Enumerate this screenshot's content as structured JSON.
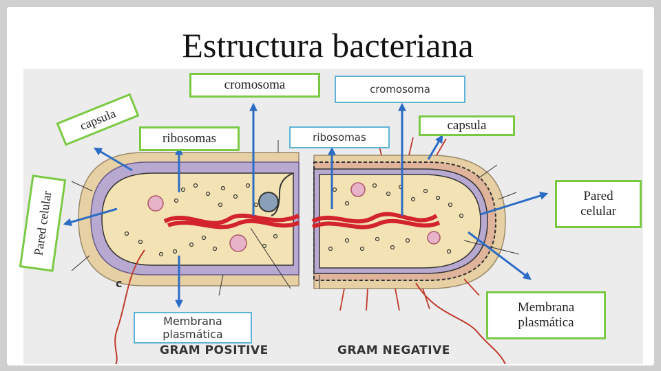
{
  "title": "Estructura bacteriana",
  "labels": {
    "cromosoma_left": "cromosoma",
    "cromosoma_right": "cromosoma",
    "capsula_left": "capsula",
    "capsula_right": "capsula",
    "ribosomas_left": "ribosomas",
    "ribosomas_right": "ribosomas",
    "pared_left": "Pared celular",
    "pared_right": "Pared celular",
    "membrana_left": "Membrana plasmática",
    "membrana_right": "Membrana plasmática"
  },
  "gram_positive": "GRAM POSITIVE",
  "gram_negative": "GRAM NEGATIVE",
  "panel_letter": "c",
  "colors": {
    "label_green": "#7ac943",
    "label_blue": "#5fb3d6",
    "arrow_blue": "#2b6cc4",
    "cytoplasm": "#f3e3b4",
    "capsule": "#e7d0a4",
    "chromosome": "#d2242a"
  }
}
